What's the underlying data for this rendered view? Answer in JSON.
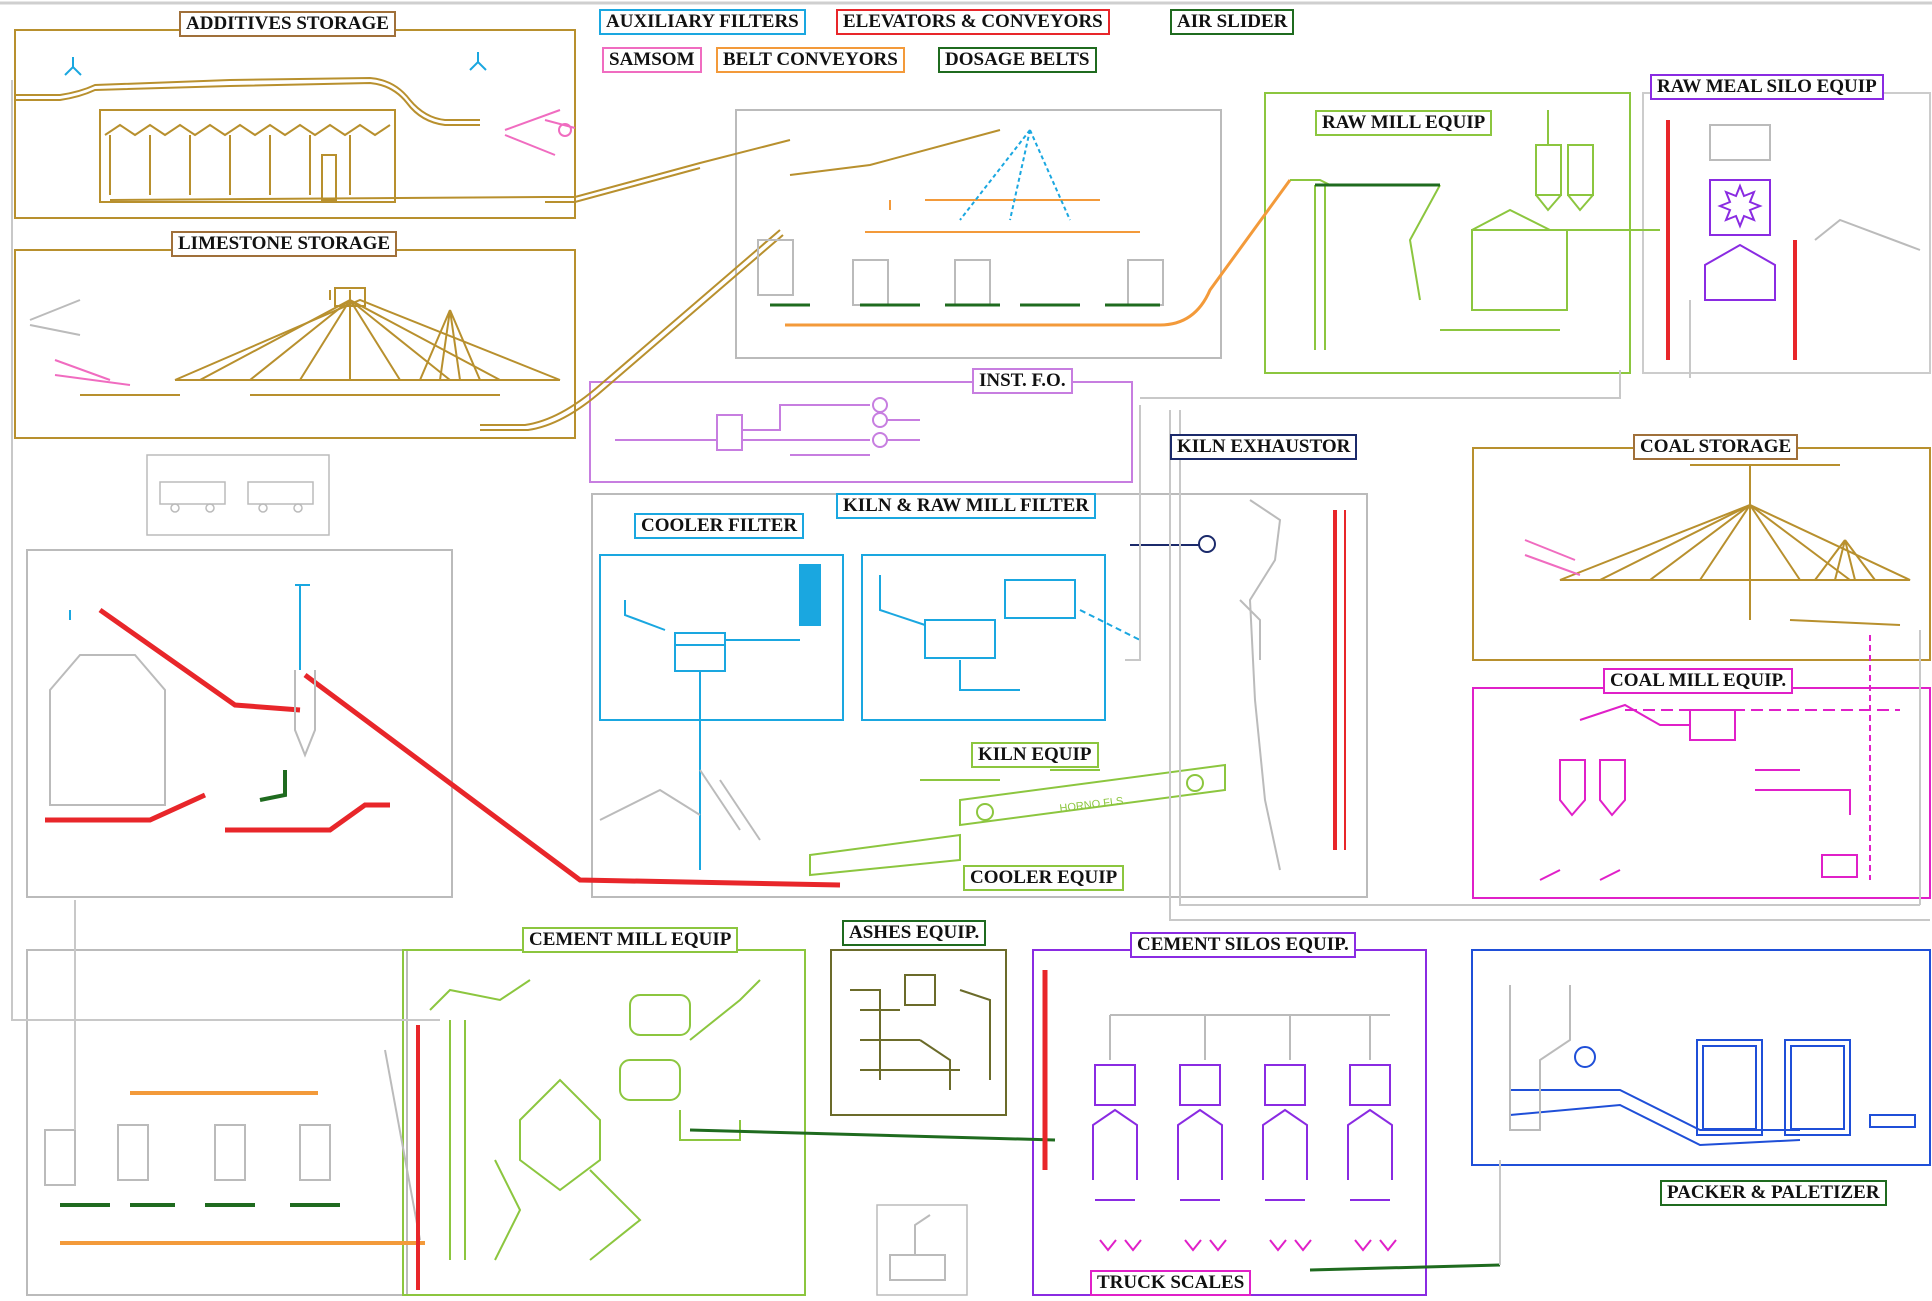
{
  "legend": {
    "auxiliary_filters": "AUXILIARY FILTERS",
    "elevators_conveyors": "ELEVATORS & CONVEYORS",
    "air_slider": "AIR SLIDER",
    "samsom": "SAMSOM",
    "belt_conveyors": "BELT CONVEYORS",
    "dosage_belts": "DOSAGE BELTS"
  },
  "areas": {
    "additives_storage": "ADDITIVES STORAGE",
    "limestone_storage": "LIMESTONE STORAGE",
    "raw_mill_equip": "RAW MILL EQUIP",
    "raw_meal_silo_equip": "RAW MEAL SILO EQUIP",
    "inst_fo": "INST. F.O.",
    "kiln_exhaustor": "KILN EXHAUSTOR",
    "coal_storage": "COAL STORAGE",
    "cooler_filter": "COOLER FILTER",
    "kiln_raw_mill_filter": "KILN & RAW MILL FILTER",
    "coal_mill_equip": "COAL MILL EQUIP.",
    "kiln_equip": "KILN EQUIP",
    "cooler_equip": "COOLER EQUIP",
    "cement_mill_equip": "CEMENT MILL EQUIP",
    "ashes_equip": "ASHES EQUIP.",
    "cement_silos_equip": "CEMENT SILOS EQUIP.",
    "packer_paletizer": "PACKER & PALETIZER",
    "truck_scales": "TRUCK SCALES"
  },
  "kiln_text": "HORNO FLS",
  "colors": {
    "auxiliary_filters": "#1aa7e0",
    "elevators_conveyors": "#e8262a",
    "air_slider": "#1f6b1f",
    "samsom": "#f06cc0",
    "belt_conveyors": "#f39a3a",
    "dosage_belts": "#1f6b1f",
    "storage": "#b8902e",
    "raw_mill": "#8cc63f",
    "raw_meal_silo": "#8a2be2",
    "inst_fo": "#c77ee0",
    "kiln_exhaustor": "#1b2a6b",
    "coal_mill": "#e020c8",
    "cement_silos": "#8a2be2",
    "packer": "#1f4fd8",
    "ashes": "#6b6b2a",
    "neutral": "#b5b5b5"
  }
}
